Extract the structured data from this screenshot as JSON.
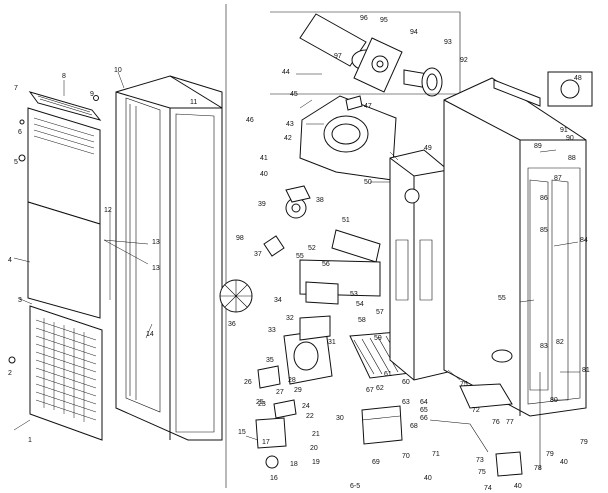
{
  "figure_ref": "6-5",
  "callouts": [
    {
      "id": "c1",
      "text": "1"
    },
    {
      "id": "c2",
      "text": "2"
    },
    {
      "id": "c3",
      "text": "3"
    },
    {
      "id": "c4",
      "text": "4"
    },
    {
      "id": "c5",
      "text": "5"
    },
    {
      "id": "c6",
      "text": "6"
    },
    {
      "id": "c7",
      "text": "7"
    },
    {
      "id": "c8",
      "text": "8"
    },
    {
      "id": "c9",
      "text": "9"
    },
    {
      "id": "c10",
      "text": "10"
    },
    {
      "id": "c11",
      "text": "11"
    },
    {
      "id": "c12",
      "text": "12"
    },
    {
      "id": "c13a",
      "text": "13"
    },
    {
      "id": "c13b",
      "text": "13"
    },
    {
      "id": "c14",
      "text": "14"
    },
    {
      "id": "c15",
      "text": "15"
    },
    {
      "id": "c16",
      "text": "16"
    },
    {
      "id": "c17",
      "text": "17"
    },
    {
      "id": "c18",
      "text": "18"
    },
    {
      "id": "c19",
      "text": "19"
    },
    {
      "id": "c20",
      "text": "20"
    },
    {
      "id": "c21",
      "text": "21"
    },
    {
      "id": "c22",
      "text": "22"
    },
    {
      "id": "c23",
      "text": "23"
    },
    {
      "id": "c24",
      "text": "24"
    },
    {
      "id": "c25",
      "text": "25"
    },
    {
      "id": "c26",
      "text": "26"
    },
    {
      "id": "c27",
      "text": "27"
    },
    {
      "id": "c28",
      "text": "28"
    },
    {
      "id": "c29",
      "text": "29"
    },
    {
      "id": "c30",
      "text": "30"
    },
    {
      "id": "c31",
      "text": "31"
    },
    {
      "id": "c32",
      "text": "32"
    },
    {
      "id": "c33",
      "text": "33"
    },
    {
      "id": "c34",
      "text": "34"
    },
    {
      "id": "c35",
      "text": "35"
    },
    {
      "id": "c36",
      "text": "36"
    },
    {
      "id": "c37",
      "text": "37"
    },
    {
      "id": "c38",
      "text": "38"
    },
    {
      "id": "c39",
      "text": "39"
    },
    {
      "id": "c40a",
      "text": "40"
    },
    {
      "id": "c41",
      "text": "41"
    },
    {
      "id": "c42",
      "text": "42"
    },
    {
      "id": "c43",
      "text": "43"
    },
    {
      "id": "c44",
      "text": "44"
    },
    {
      "id": "c45",
      "text": "45"
    },
    {
      "id": "c46",
      "text": "46"
    },
    {
      "id": "c47",
      "text": "47"
    },
    {
      "id": "c48",
      "text": "48"
    },
    {
      "id": "c49",
      "text": "49"
    },
    {
      "id": "c50",
      "text": "50"
    },
    {
      "id": "c51",
      "text": "51"
    },
    {
      "id": "c52",
      "text": "52"
    },
    {
      "id": "c53",
      "text": "53"
    },
    {
      "id": "c54",
      "text": "54"
    },
    {
      "id": "c55a",
      "text": "55"
    },
    {
      "id": "c55b",
      "text": "55"
    },
    {
      "id": "c56",
      "text": "56"
    },
    {
      "id": "c57",
      "text": "57"
    },
    {
      "id": "c58",
      "text": "58"
    },
    {
      "id": "c59",
      "text": "59"
    },
    {
      "id": "c60",
      "text": "60"
    },
    {
      "id": "c61",
      "text": "61"
    },
    {
      "id": "c62",
      "text": "62"
    },
    {
      "id": "c63",
      "text": "63"
    },
    {
      "id": "c64",
      "text": "64"
    },
    {
      "id": "c65",
      "text": "65"
    },
    {
      "id": "c66",
      "text": "66"
    },
    {
      "id": "c67",
      "text": "67"
    },
    {
      "id": "c68",
      "text": "68"
    },
    {
      "id": "c69",
      "text": "69"
    },
    {
      "id": "c70",
      "text": "70"
    },
    {
      "id": "c71",
      "text": "71"
    },
    {
      "id": "c72",
      "text": "72"
    },
    {
      "id": "c73",
      "text": "73"
    },
    {
      "id": "c74",
      "text": "74"
    },
    {
      "id": "c75a",
      "text": "75"
    },
    {
      "id": "c75b",
      "text": "75"
    },
    {
      "id": "c76",
      "text": "76"
    },
    {
      "id": "c77",
      "text": "77"
    },
    {
      "id": "c78",
      "text": "78"
    },
    {
      "id": "c79a",
      "text": "79"
    },
    {
      "id": "c79b",
      "text": "79"
    },
    {
      "id": "c80",
      "text": "80"
    },
    {
      "id": "c81",
      "text": "81"
    },
    {
      "id": "c82",
      "text": "82"
    },
    {
      "id": "c83",
      "text": "83"
    },
    {
      "id": "c84",
      "text": "84"
    },
    {
      "id": "c85",
      "text": "85"
    },
    {
      "id": "c86",
      "text": "86"
    },
    {
      "id": "c87",
      "text": "87"
    },
    {
      "id": "c88",
      "text": "88"
    },
    {
      "id": "c89",
      "text": "89"
    },
    {
      "id": "c90",
      "text": "90"
    },
    {
      "id": "c91",
      "text": "91"
    },
    {
      "id": "c92",
      "text": "92"
    },
    {
      "id": "c93",
      "text": "93"
    },
    {
      "id": "c94",
      "text": "94"
    },
    {
      "id": "c95",
      "text": "95"
    },
    {
      "id": "c96",
      "text": "96"
    },
    {
      "id": "c97",
      "text": "97"
    },
    {
      "id": "c98",
      "text": "98"
    },
    {
      "id": "c40b",
      "text": "40"
    },
    {
      "id": "c40c",
      "text": "40"
    },
    {
      "id": "c40d",
      "text": "40"
    }
  ]
}
